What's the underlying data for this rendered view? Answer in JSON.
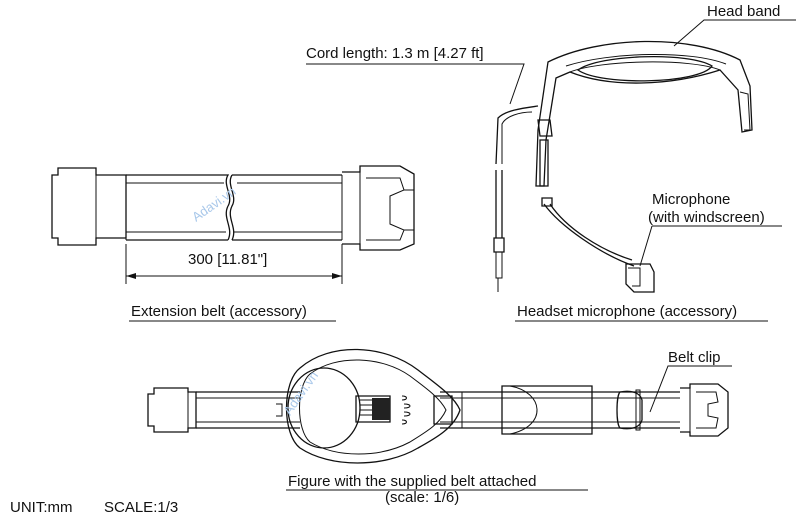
{
  "labels": {
    "head_band": "Head band",
    "cord_length": "Cord length: 1.3 m [4.27 ft]",
    "microphone_line1": "Microphone",
    "microphone_line2": "(with windscreen)",
    "dimension": "300 [11.81\"]",
    "extension_belt_caption": "Extension belt (accessory)",
    "headset_caption": "Headset microphone (accessory)",
    "belt_clip": "Belt clip",
    "figure_caption": "Figure with the supplied belt attached",
    "figure_scale": "(scale: 1/6)",
    "unit": "UNIT:mm",
    "scale": "SCALE:1/3"
  },
  "watermarks": [
    "Adavi.vn",
    "Adavi.vn"
  ]
}
